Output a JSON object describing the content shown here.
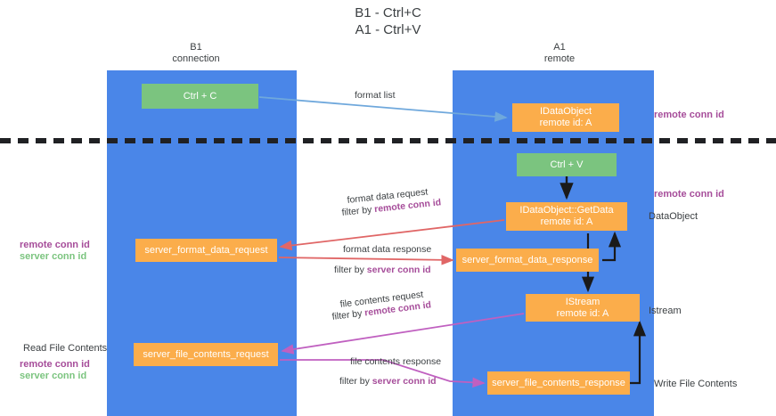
{
  "title": {
    "line1": "B1 - Ctrl+C",
    "line2": "A1 - Ctrl+V"
  },
  "lanes": {
    "left": {
      "name": "B1",
      "role": "connection"
    },
    "right": {
      "name": "A1",
      "role": "remote"
    }
  },
  "nodes": {
    "ctrl_c": {
      "label": "Ctrl + C",
      "color": "#7bc47f"
    },
    "idataobject": {
      "label": "IDataObject",
      "sub": "remote id: A",
      "color": "#fbad4b"
    },
    "ctrl_v": {
      "label": "Ctrl + V",
      "color": "#7bc47f"
    },
    "getdata": {
      "label": "IDataObject::GetData",
      "sub": "remote id: A",
      "color": "#fbad4b"
    },
    "server_format_data_request": {
      "label": "server_format_data_request",
      "color": "#fbad4b"
    },
    "server_format_data_response": {
      "label": "server_format_data_response",
      "color": "#fbad4b"
    },
    "istream": {
      "label": "IStream",
      "sub": "remote id: A",
      "color": "#fbad4b"
    },
    "server_file_contents_request": {
      "label": "server_file_contents_request",
      "color": "#fbad4b"
    },
    "server_file_contents_response": {
      "label": "server_file_contents_response",
      "color": "#fbad4b"
    }
  },
  "arrow_labels": {
    "format_list": "format list",
    "format_data_request": "format data request",
    "format_data_request_filter_prefix": "filter by ",
    "format_data_request_filter_key": "remote conn id",
    "format_data_response": "format data response",
    "format_data_response_filter_prefix": "filter by ",
    "format_data_response_filter_key": "server conn id",
    "file_contents_request": "file contents request",
    "file_contents_request_filter_prefix": "filter by ",
    "file_contents_request_filter_key": "remote conn id",
    "file_contents_response": "file contents response",
    "file_contents_response_filter_prefix": "filter by ",
    "file_contents_response_filter_key": "server conn id"
  },
  "annotations": {
    "right_remote_conn_id_top": "remote conn id",
    "right_remote_conn_id_mid": "remote conn id",
    "dataobject": "DataObject",
    "istream": "Istream",
    "write_file_contents": "Write File Contents",
    "read_file_contents": "Read File Contents",
    "left_remote_conn_id_top": "remote conn id",
    "left_server_conn_id_top": "server conn id",
    "left_remote_conn_id_bottom": "remote conn id",
    "left_server_conn_id_bottom": "server conn id"
  },
  "colors": {
    "lane": "#4a86e8",
    "green_node": "#7bc47f",
    "orange_node": "#fbad4b",
    "purple_text": "#a64d9a",
    "green_text": "#7bc47f",
    "arrow_blue": "#6fa8dc",
    "arrow_red": "#e06666",
    "arrow_magenta": "#c060c0",
    "arrow_black": "#1a1a1a",
    "divider": "#202124"
  }
}
